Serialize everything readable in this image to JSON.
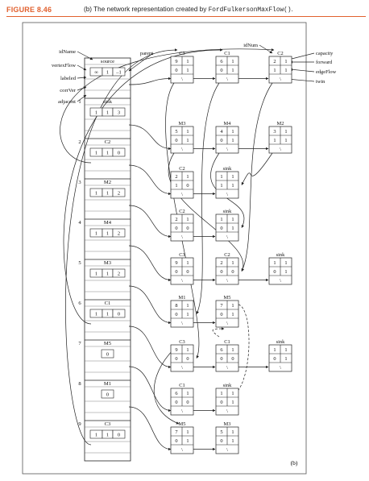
{
  "figure": {
    "label": "FIGURE 8.46",
    "caption_prefix": "(b) The network representation created by",
    "caption_code": "FordFulkersonMaxFlow()",
    "caption_suffix": ".",
    "panel_label": "(b)"
  },
  "vertex_fields": [
    "idName",
    "vertexFlow",
    "labeled",
    "corrVer",
    "adjacent"
  ],
  "edge_fields": [
    "idNum",
    "capacity",
    "forward",
    "edgeFlow",
    "twin",
    "parent"
  ],
  "vertex_array": [
    {
      "index": "",
      "name": "source",
      "cells": [
        "∞",
        "1",
        "–1"
      ]
    },
    {
      "index": "1",
      "name": "sink",
      "cells": [
        "1",
        "1",
        "3"
      ]
    },
    {
      "index": "2",
      "name": "C2",
      "cells": [
        "1",
        "1",
        "0"
      ]
    },
    {
      "index": "3",
      "name": "M2",
      "cells": [
        "1",
        "1",
        "2"
      ]
    },
    {
      "index": "4",
      "name": "M4",
      "cells": [
        "1",
        "1",
        "2"
      ]
    },
    {
      "index": "5",
      "name": "M3",
      "cells": [
        "1",
        "1",
        "2"
      ]
    },
    {
      "index": "6",
      "name": "C1",
      "cells": [
        "1",
        "1",
        "0"
      ]
    },
    {
      "index": "7",
      "name": "M5",
      "cells": [
        "0"
      ]
    },
    {
      "index": "8",
      "name": "M1",
      "cells": [
        "0"
      ]
    },
    {
      "index": "9",
      "name": "C3",
      "cells": [
        "1",
        "1",
        "0"
      ]
    }
  ],
  "edge_rows": [
    [
      {
        "name": "C3",
        "cap": "9",
        "fwd": "1",
        "flow": "0",
        "twin": "1"
      },
      {
        "name": "C1",
        "cap": "6",
        "fwd": "1",
        "flow": "0",
        "twin": "1"
      },
      {
        "name": "C2",
        "cap": "2",
        "fwd": "1",
        "flow": "1",
        "twin": "1"
      }
    ],
    [
      {
        "name": "M3",
        "cap": "5",
        "fwd": "1",
        "flow": "0",
        "twin": "1"
      },
      {
        "name": "M4",
        "cap": "4",
        "fwd": "1",
        "flow": "0",
        "twin": "1"
      },
      {
        "name": "M2",
        "cap": "3",
        "fwd": "1",
        "flow": "1",
        "twin": "1"
      }
    ],
    [
      {
        "name": "C2",
        "cap": "2",
        "fwd": "1",
        "flow": "1",
        "twin": "0"
      },
      {
        "name": "sink",
        "cap": "1",
        "fwd": "1",
        "flow": "1",
        "twin": "1"
      }
    ],
    [
      {
        "name": "C2",
        "cap": "2",
        "fwd": "1",
        "flow": "0",
        "twin": "0"
      },
      {
        "name": "sink",
        "cap": "1",
        "fwd": "1",
        "flow": "0",
        "twin": "1"
      }
    ],
    [
      {
        "name": "C3",
        "cap": "9",
        "fwd": "1",
        "flow": "0",
        "twin": "0"
      },
      {
        "name": "C2",
        "cap": "2",
        "fwd": "1",
        "flow": "0",
        "twin": "0"
      },
      {
        "name": "sink",
        "cap": "1",
        "fwd": "1",
        "flow": "0",
        "twin": "1"
      }
    ],
    [
      {
        "name": "M1",
        "cap": "8",
        "fwd": "1",
        "flow": "0",
        "twin": "1"
      },
      {
        "name": "M5",
        "cap": "7",
        "fwd": "1",
        "flow": "0",
        "twin": "1"
      }
    ],
    [
      {
        "name": "C3",
        "cap": "9",
        "fwd": "1",
        "flow": "0",
        "twin": "0"
      },
      {
        "name": "C1",
        "cap": "6",
        "fwd": "1",
        "flow": "0",
        "twin": "0"
      },
      {
        "name": "sink",
        "cap": "1",
        "fwd": "1",
        "flow": "0",
        "twin": "1"
      }
    ],
    [
      {
        "name": "C1",
        "cap": "6",
        "fwd": "1",
        "flow": "0",
        "twin": "0"
      },
      {
        "name": "sink",
        "cap": "1",
        "fwd": "1",
        "flow": "0",
        "twin": "1"
      }
    ],
    [
      {
        "name": "M5",
        "cap": "7",
        "fwd": "1",
        "flow": "0",
        "twin": "1"
      },
      {
        "name": "M3",
        "cap": "5",
        "fwd": "1",
        "flow": "0",
        "twin": "1"
      }
    ]
  ],
  "null_marker": "\\"
}
